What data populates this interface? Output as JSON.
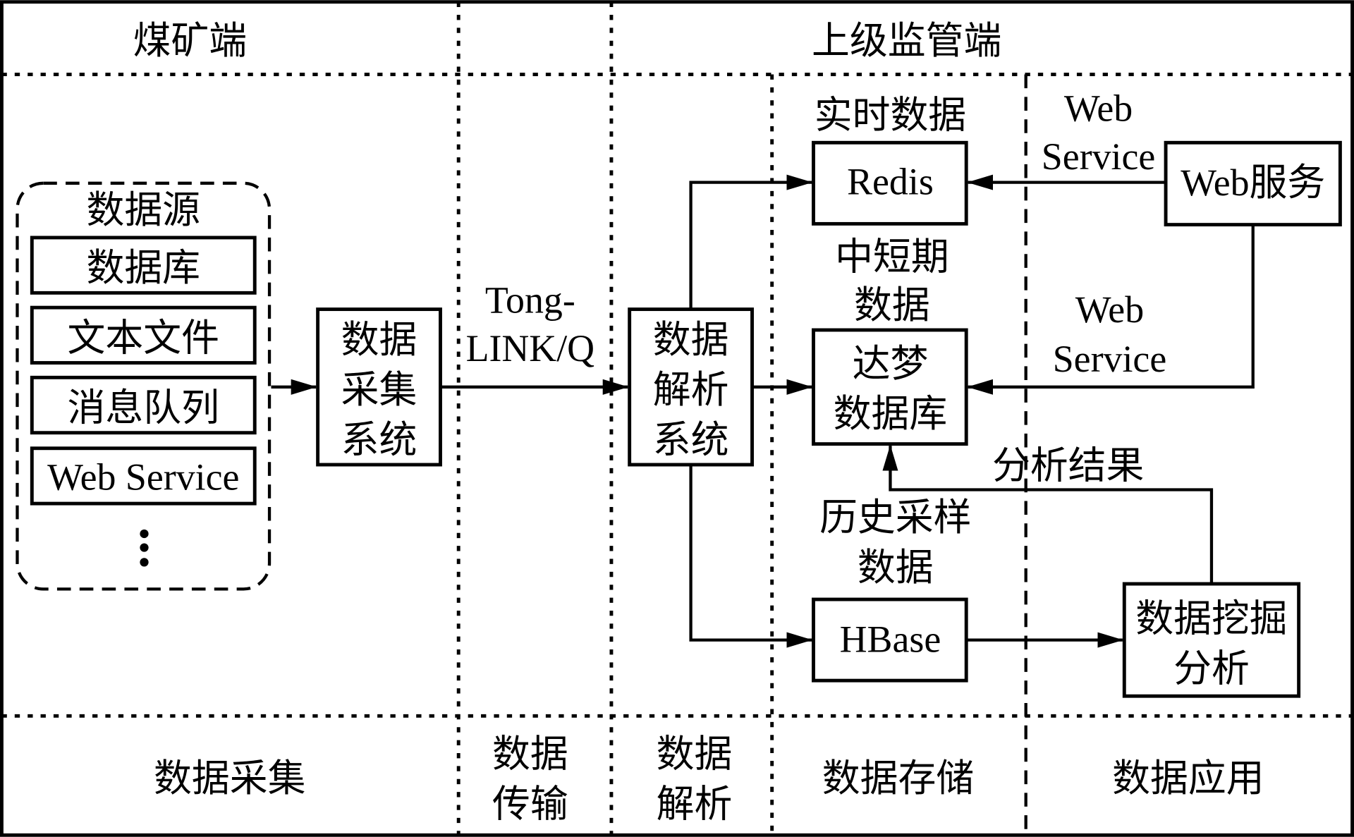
{
  "header": {
    "left_label": "煤矿端",
    "right_label": "上级监管端"
  },
  "data_source": {
    "title": "数据源",
    "items": [
      "数据库",
      "文本文件",
      "消息队列",
      "Web Service"
    ],
    "ellipsis": "⋮"
  },
  "nodes": {
    "collect_system": [
      "数据",
      "采集",
      "系统"
    ],
    "transport_label": [
      "Tong-",
      "LINK/Q"
    ],
    "parse_system": [
      "数据",
      "解析",
      "系统"
    ],
    "redis": "Redis",
    "redis_label": "实时数据",
    "dameng": [
      "达梦",
      "数据库"
    ],
    "dameng_label": [
      "中短期",
      "数据"
    ],
    "hbase": "HBase",
    "hbase_label": [
      "历史采样",
      "数据"
    ],
    "web_service_box": "Web服务",
    "ws_label_top": [
      "Web",
      "Service"
    ],
    "ws_label_mid": [
      "Web",
      "Service"
    ],
    "mining": [
      "数据挖掘",
      "分析"
    ],
    "analysis_result": "分析结果"
  },
  "footer": {
    "stages": [
      [
        "数据采集"
      ],
      [
        "数据",
        "传输"
      ],
      [
        "数据",
        "解析"
      ],
      [
        "数据存储"
      ],
      [
        "数据应用"
      ]
    ]
  }
}
